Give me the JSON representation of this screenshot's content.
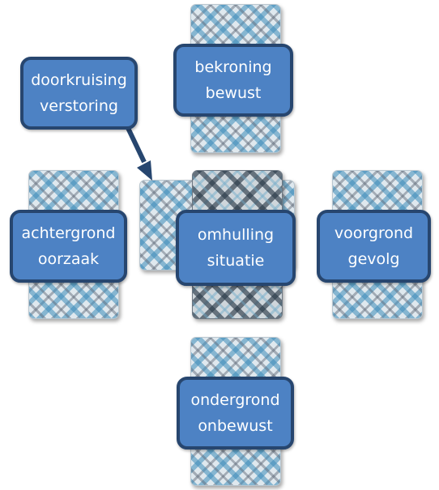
{
  "colors": {
    "label_fill": "#4d82c4",
    "label_border": "#27466f",
    "label_text": "#ffffff",
    "card_pattern": "blue-white-grey plaid"
  },
  "labels": {
    "top": {
      "line1": "bekroning",
      "line2": "bewust"
    },
    "crossing": {
      "line1": "doorkruising",
      "line2": "verstoring"
    },
    "left": {
      "line1": "achtergrond",
      "line2": "oorzaak"
    },
    "center": {
      "line1": "omhulling",
      "line2": "situatie"
    },
    "right": {
      "line1": "voorgrond",
      "line2": "gevolg"
    },
    "bottom": {
      "line1": "ondergrond",
      "line2": "onbewust"
    }
  },
  "arrow": {
    "from": "crossing",
    "to": "crossing-card"
  }
}
